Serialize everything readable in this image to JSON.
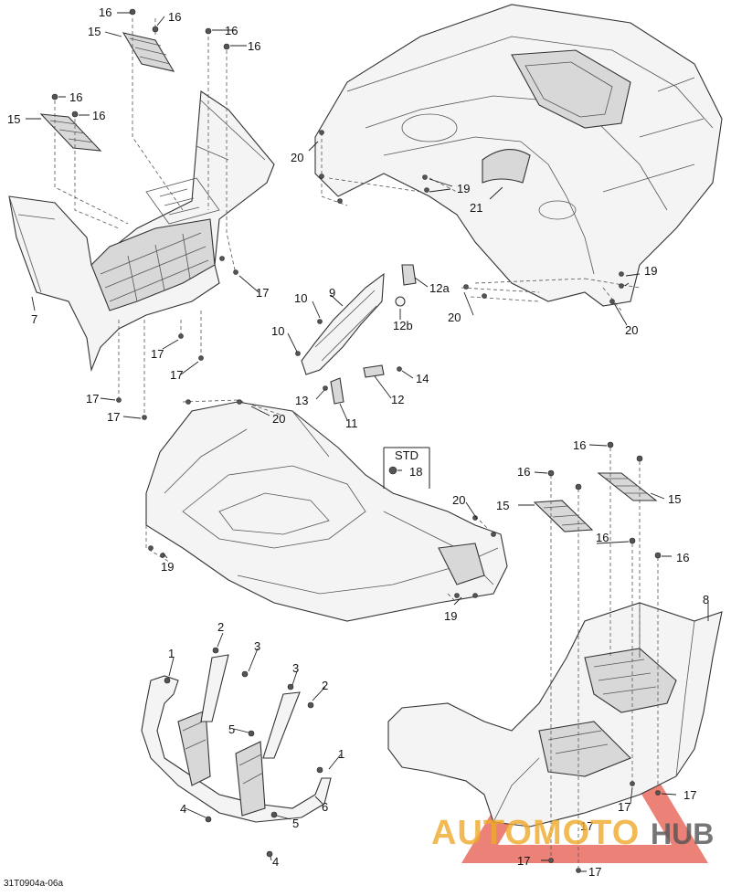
{
  "diagram_id": "31T0904a-06a",
  "watermark": {
    "brand_part_1": "AUTOMOTO",
    "brand_part_2": "HUB",
    "color_primary": "#f0a92a",
    "color_secondary": "#666666",
    "triangle_color": "#e23a2a"
  },
  "std_label": "STD",
  "callouts": {
    "c1": "16",
    "c2": "16",
    "c3": "15",
    "c4": "16",
    "c5": "16",
    "c6": "16",
    "c7": "15",
    "c8": "16",
    "c9": "7",
    "c10": "17",
    "c11": "17",
    "c12": "17",
    "c13": "17",
    "c14": "17",
    "c15": "20",
    "c16": "19",
    "c17": "21",
    "c18": "19",
    "c19": "20",
    "c20": "20",
    "c21": "12a",
    "c22": "12b",
    "c23": "9",
    "c24": "10",
    "c25": "10",
    "c26": "14",
    "c27": "13",
    "c28": "12",
    "c29": "11",
    "c30": "20",
    "c31": "18",
    "c32": "19",
    "c33": "20",
    "c34": "19",
    "c35": "16",
    "c36": "16",
    "c37": "15",
    "c38": "15",
    "c39": "16",
    "c40": "16",
    "c41": "8",
    "c42": "2",
    "c43": "1",
    "c44": "3",
    "c45": "3",
    "c46": "2",
    "c47": "5",
    "c48": "1",
    "c49": "6",
    "c50": "4",
    "c51": "5",
    "c52": "4",
    "c53": "17",
    "c54": "17",
    "c55": "17",
    "c56": "17",
    "c57": "17"
  }
}
